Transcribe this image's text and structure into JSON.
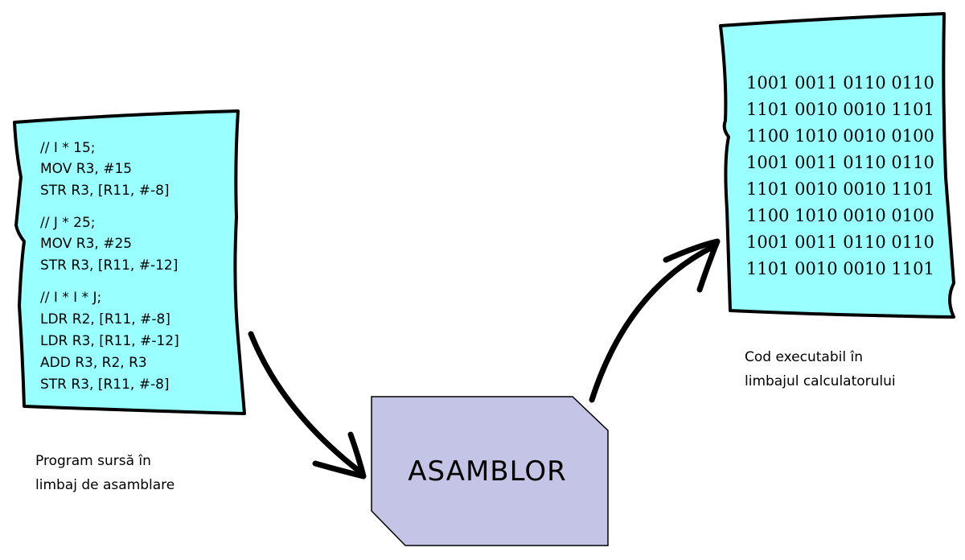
{
  "source_program": {
    "blocks": [
      [
        "// I * 15;",
        "MOV R3, #15",
        "STR R3, [R11, #-8]"
      ],
      [
        "// J * 25;",
        "MOV R3, #25",
        "STR R3, [R11, #-12]"
      ],
      [
        "// I * I * J;",
        "LDR R2, [R11, #-8]",
        "LDR R3, [R11, #-12]",
        "ADD R3, R2, R3",
        "STR R3, [R11, #-8]"
      ]
    ],
    "caption": [
      "Program sursă în",
      "limbaj de asamblare"
    ]
  },
  "assembler": {
    "label": "ASAMBLOR"
  },
  "machine_code": {
    "lines": [
      "1001 0011 0110 0110",
      "1101 0010 0010 1101",
      "1100 1010 0010 0100",
      "1001 0011 0110 0110",
      "1101 0010 0010 1101",
      "1100 1010 0010 0100",
      "1001 0011 0110 0110",
      "1101 0010 0010 1101"
    ],
    "caption": [
      "Cod executabil în",
      "limbajul calculatorului"
    ]
  },
  "colors": {
    "paper_fill": "#99ffff",
    "assembler_fill": "#c4c4e6",
    "stroke": "#000000"
  }
}
